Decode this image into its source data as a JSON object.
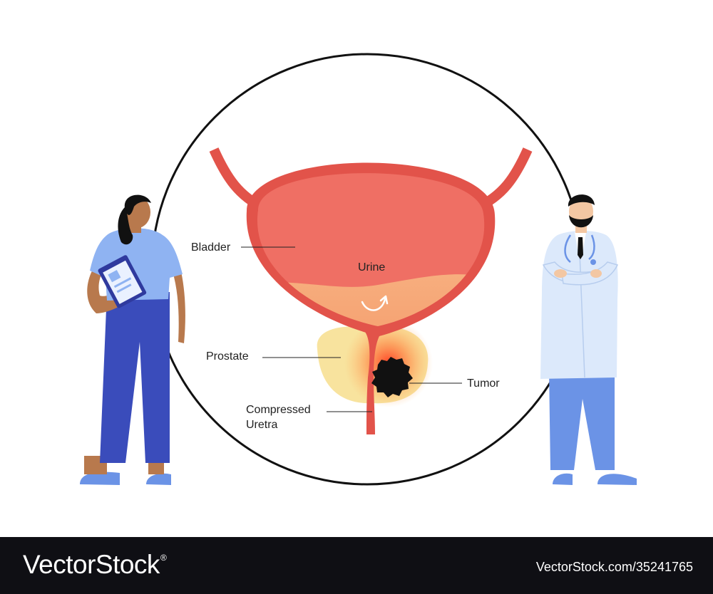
{
  "labels": {
    "bladder": "Bladder",
    "urine": "Urine",
    "prostate": "Prostate",
    "tumor": "Tumor",
    "compressed_line1": "Compressed",
    "compressed_line2": "Uretra"
  },
  "footer": {
    "brand": "VectorStock",
    "brand_mark": "®",
    "credit": "VectorStock.com/35241765"
  },
  "colors": {
    "bladder_wall": "#e2534a",
    "bladder_fill": "#ef6f64",
    "urine": "#f6a979",
    "prostate": "#f8e39e",
    "tumor": "#111111",
    "tumor_glow": "#ff3a1f",
    "footer_bg": "#0f0f14"
  },
  "icons": [
    "woman-patient-with-clipboard",
    "male-doctor-with-stethoscope",
    "arrow-curve-icon"
  ]
}
